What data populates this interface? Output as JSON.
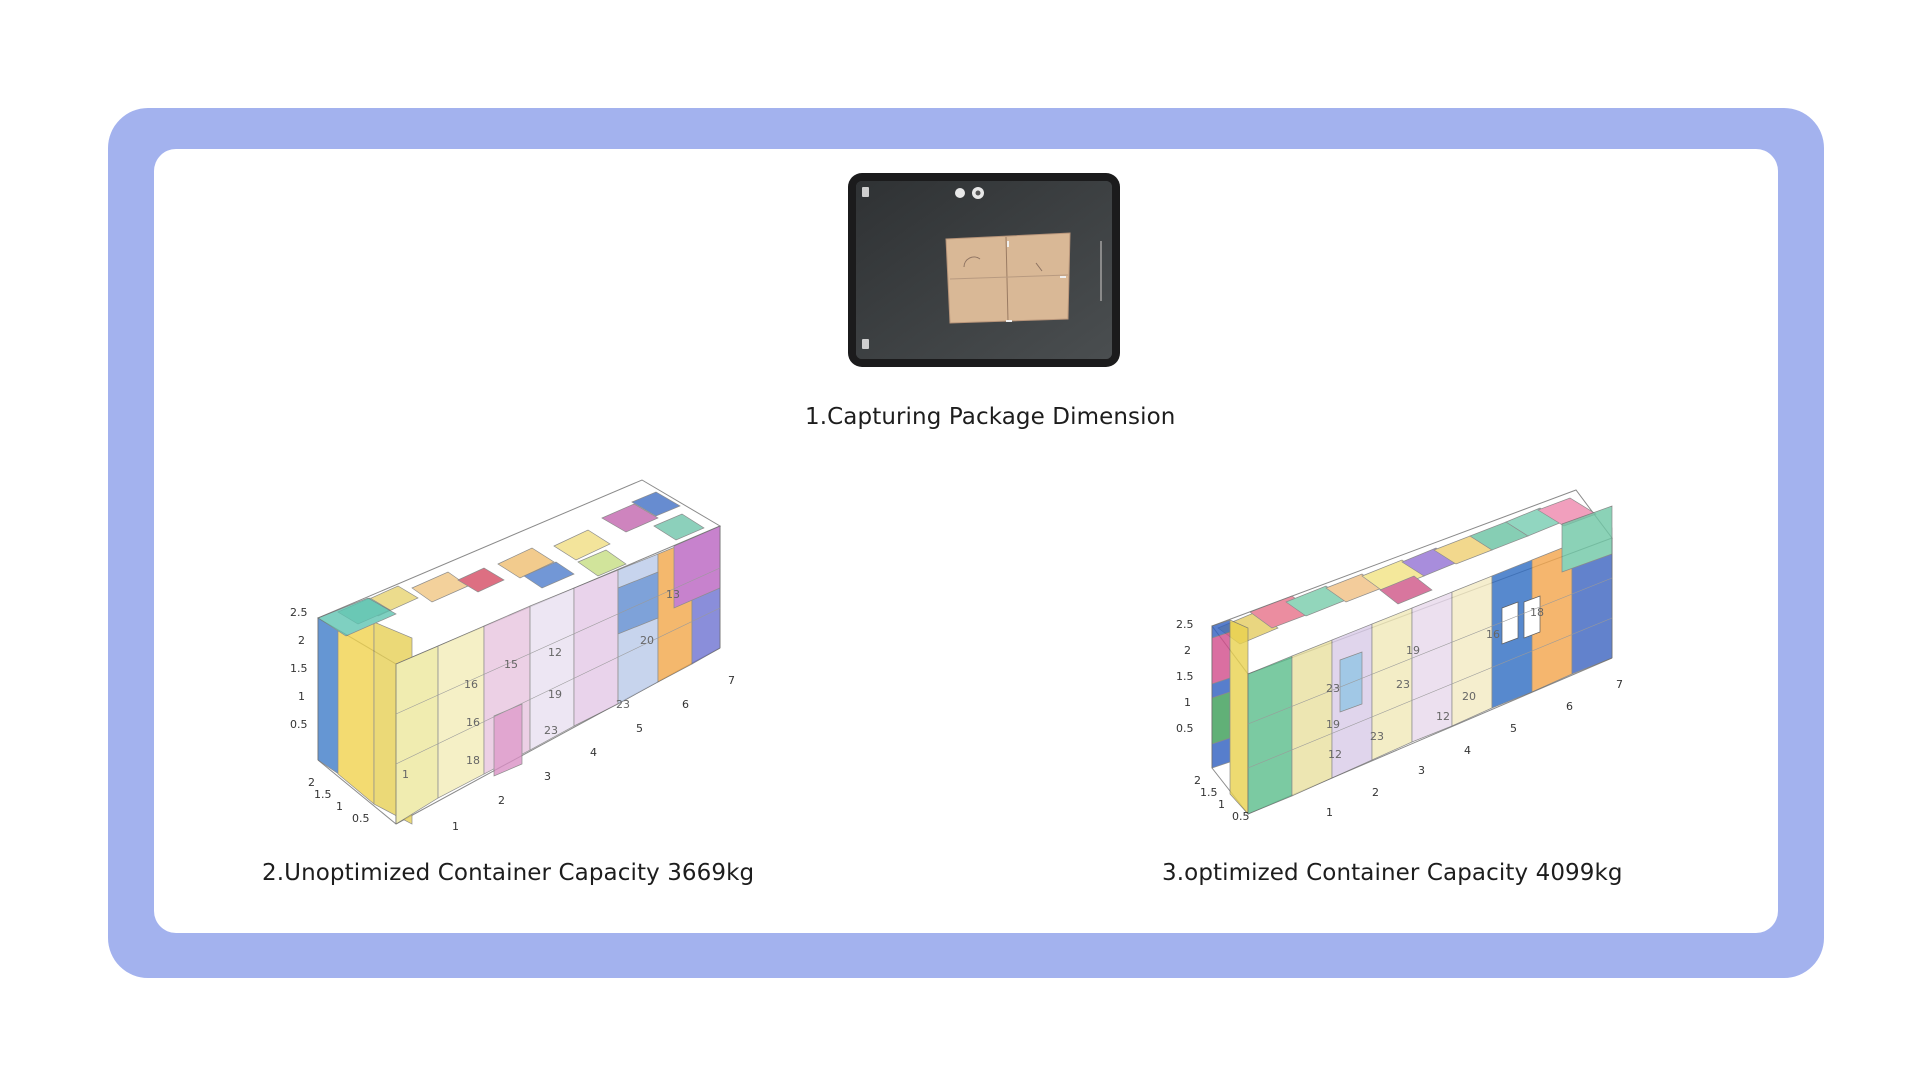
{
  "colors": {
    "frame": "#a3b2ee",
    "card": "#ffffff"
  },
  "steps": [
    {
      "caption": "1.Capturing Package Dimension"
    },
    {
      "caption": "2.Unoptimized Container Capacity 3669kg"
    },
    {
      "caption": "3.optimized Container Capacity 4099kg"
    }
  ],
  "unoptimized_chart": {
    "height_ticks": [
      "2.5",
      "2",
      "1.5",
      "1",
      "0.5"
    ],
    "depth_ticks": [
      "2",
      "1.5",
      "1",
      "0.5"
    ],
    "length_ticks": [
      "1",
      "2",
      "3",
      "4",
      "5",
      "6",
      "7"
    ],
    "box_labels": [
      "1",
      "16",
      "15",
      "12",
      "16",
      "19",
      "18",
      "23",
      "23",
      "20",
      "13"
    ]
  },
  "optimized_chart": {
    "height_ticks": [
      "2.5",
      "2",
      "1.5",
      "1",
      "0.5"
    ],
    "depth_ticks": [
      "2",
      "1.5",
      "1",
      "0.5"
    ],
    "length_ticks": [
      "1",
      "2",
      "3",
      "4",
      "5",
      "6",
      "7"
    ],
    "box_labels": [
      "19",
      "23",
      "23",
      "12",
      "16",
      "19",
      "23",
      "20",
      "18",
      "12"
    ]
  }
}
